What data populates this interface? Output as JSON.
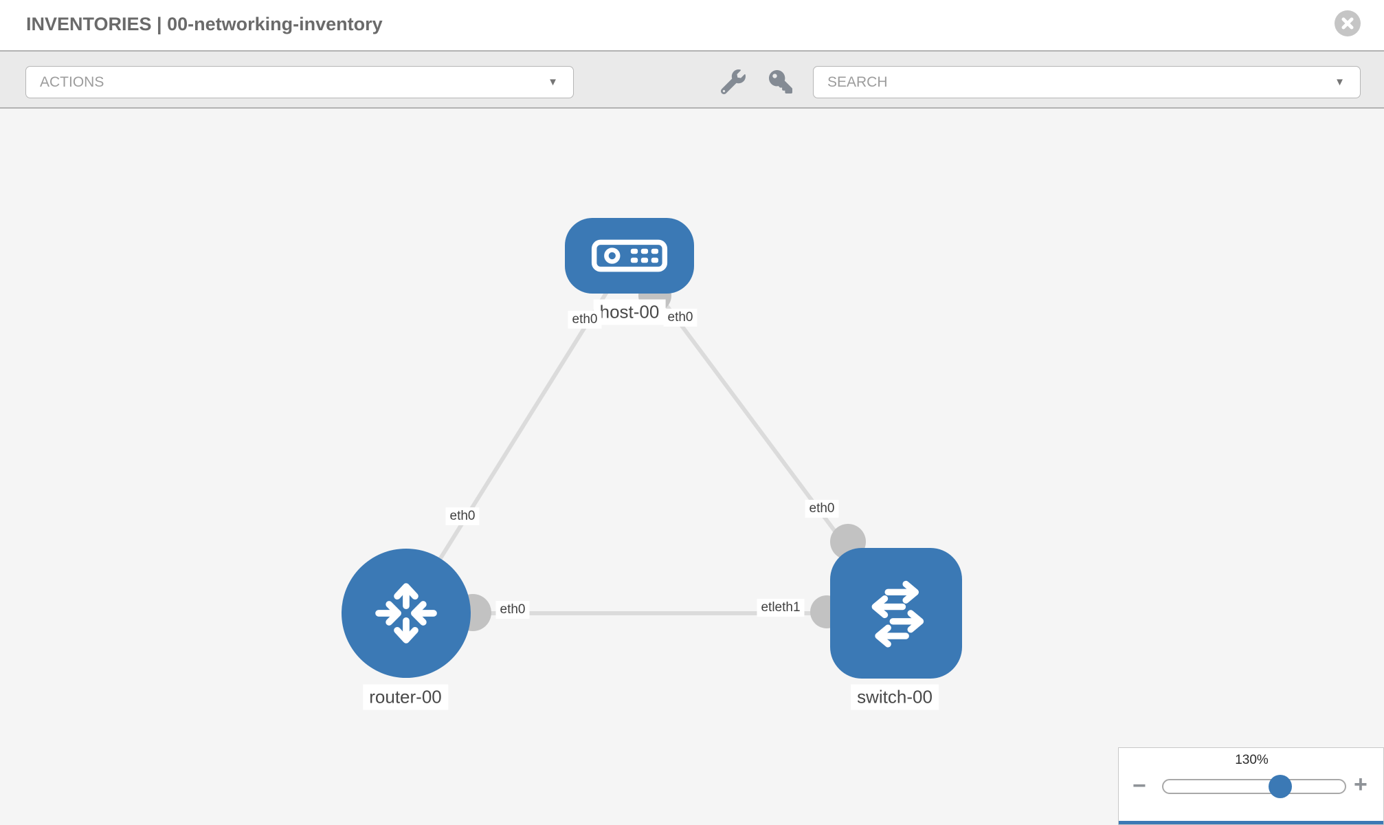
{
  "header": {
    "title": "INVENTORIES | 00-networking-inventory"
  },
  "toolbar": {
    "actions_label": "ACTIONS",
    "search_label": "SEARCH",
    "chevron_glyph": "▼"
  },
  "topology": {
    "nodes": [
      {
        "id": "host-00",
        "label": "host-00",
        "type": "host"
      },
      {
        "id": "router-00",
        "label": "router-00",
        "type": "router"
      },
      {
        "id": "switch-00",
        "label": "switch-00",
        "type": "switch"
      }
    ],
    "links": [
      {
        "from": "host-00",
        "to": "router-00"
      },
      {
        "from": "host-00",
        "to": "switch-00"
      },
      {
        "from": "router-00",
        "to": "switch-00"
      }
    ],
    "interface_labels": {
      "host_left": "eth0",
      "host_right": "eth0",
      "router_top": "eth0",
      "switch_top": "eth0",
      "router_right": "eth0",
      "switch_left": "etleth1"
    }
  },
  "zoom_control": {
    "value": "130%",
    "minus_glyph": "−",
    "plus_glyph": "+"
  },
  "colors": {
    "node_blue": "#3b79b5",
    "connector_gray": "#c2c2c2",
    "link_gray": "#dbdbdb"
  }
}
